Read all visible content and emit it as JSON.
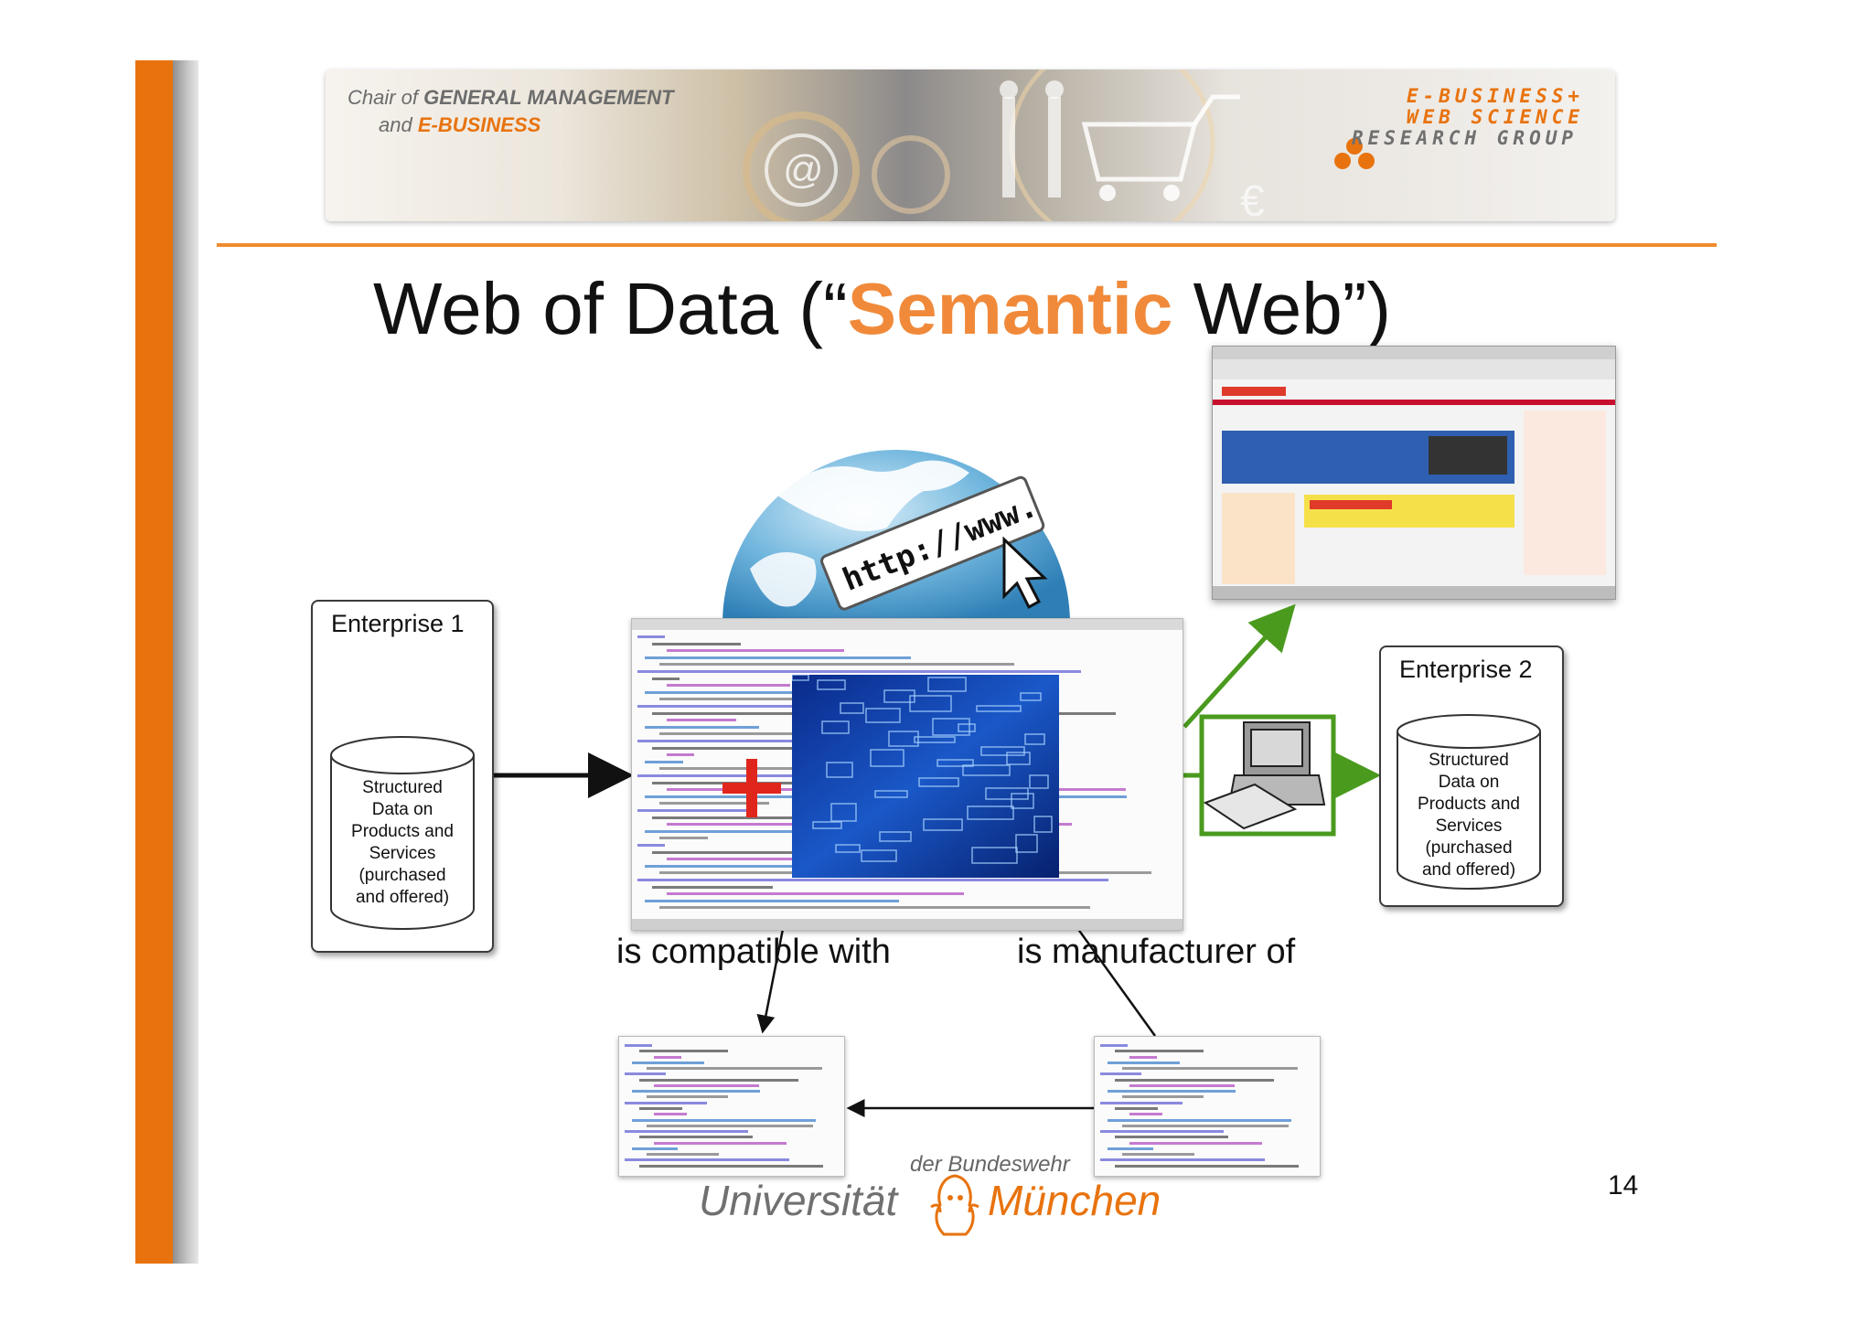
{
  "banner": {
    "chair_line1_a": "Chair of",
    "chair_line1_b": "GENERAL MANAGEMENT",
    "chair_line2_a": "and",
    "chair_line2_b": "E-BUSINESS",
    "group_line1": "E-BUSINESS+",
    "group_line2": "WEB SCIENCE",
    "group_line3": "RESEARCH GROUP"
  },
  "title": {
    "before": "Web of Data (“",
    "highlight": "Semantic",
    "after": " Web”)"
  },
  "globe": {
    "url_text": "http://www."
  },
  "enterprise1": {
    "title": "Enterprise 1",
    "db_lines": [
      "Structured",
      "Data on",
      "Products and",
      "Services",
      "(purchased",
      "and offered)"
    ]
  },
  "enterprise2": {
    "title": "Enterprise 2",
    "db_lines": [
      "Structured",
      "Data on",
      "Products and",
      "Services",
      "(purchased",
      "and offered)"
    ]
  },
  "relations": {
    "left": "is compatible with",
    "right": "is manufacturer of"
  },
  "footer": {
    "uni_top": "der Bundeswehr",
    "uni_a": "Universität",
    "uni_b": "München",
    "page_number": "14"
  },
  "colors": {
    "accent_orange": "#e8730e",
    "title_highlight": "#f08a3a",
    "green": "#4a9a1e"
  }
}
